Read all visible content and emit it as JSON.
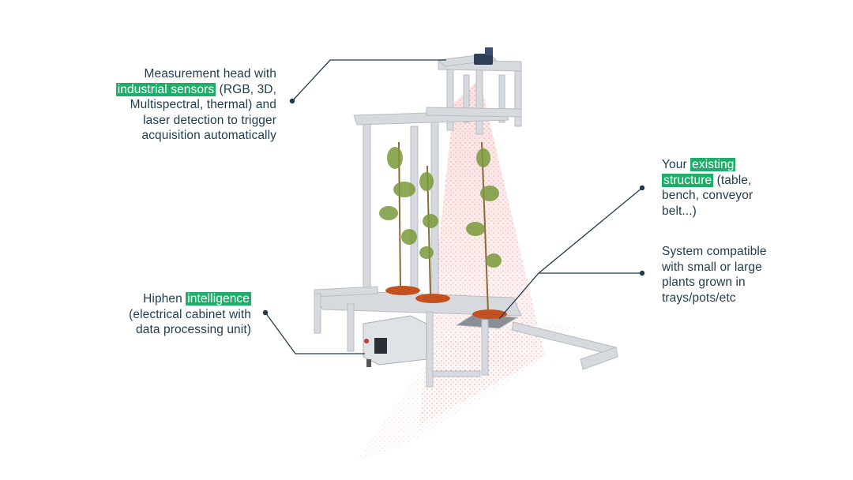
{
  "callouts": {
    "measurement_head": {
      "lines": [
        {
          "pre": "Measurement head with",
          "hl": "",
          "post": ""
        },
        {
          "pre": "",
          "hl": "industrial sensors",
          "post": " (RGB, 3D,"
        },
        {
          "pre": "Multispectral, thermal) and",
          "hl": "",
          "post": ""
        },
        {
          "pre": "laser detection to trigger",
          "hl": "",
          "post": ""
        },
        {
          "pre": "acquisition automatically",
          "hl": "",
          "post": ""
        }
      ]
    },
    "existing_structure": {
      "lines": [
        {
          "pre": "Your ",
          "hl": "existing",
          "post": ""
        },
        {
          "pre": "",
          "hl": "structure",
          "post": " (table,"
        },
        {
          "pre": "bench, conveyor",
          "hl": "",
          "post": ""
        },
        {
          "pre": "belt...)",
          "hl": "",
          "post": ""
        }
      ]
    },
    "compatible": {
      "lines": [
        {
          "pre": "System compatible",
          "hl": "",
          "post": ""
        },
        {
          "pre": "with small or large",
          "hl": "",
          "post": ""
        },
        {
          "pre": "plants grown in",
          "hl": "",
          "post": ""
        },
        {
          "pre": "trays/pots/etc",
          "hl": "",
          "post": ""
        }
      ]
    },
    "intelligence": {
      "lines": [
        {
          "pre": "Hiphen ",
          "hl": "intelligence",
          "post": ""
        },
        {
          "pre": "(electrical cabinet with",
          "hl": "",
          "post": ""
        },
        {
          "pre": "data processing unit)",
          "hl": "",
          "post": ""
        }
      ]
    }
  },
  "colors": {
    "text": "#1f3b4d",
    "highlight": "#1fae6a",
    "leader_line": "#1f3b4d",
    "frame": "#c9cdd2",
    "laser": "#e03a3a",
    "foliage": "#7a9a3a"
  }
}
